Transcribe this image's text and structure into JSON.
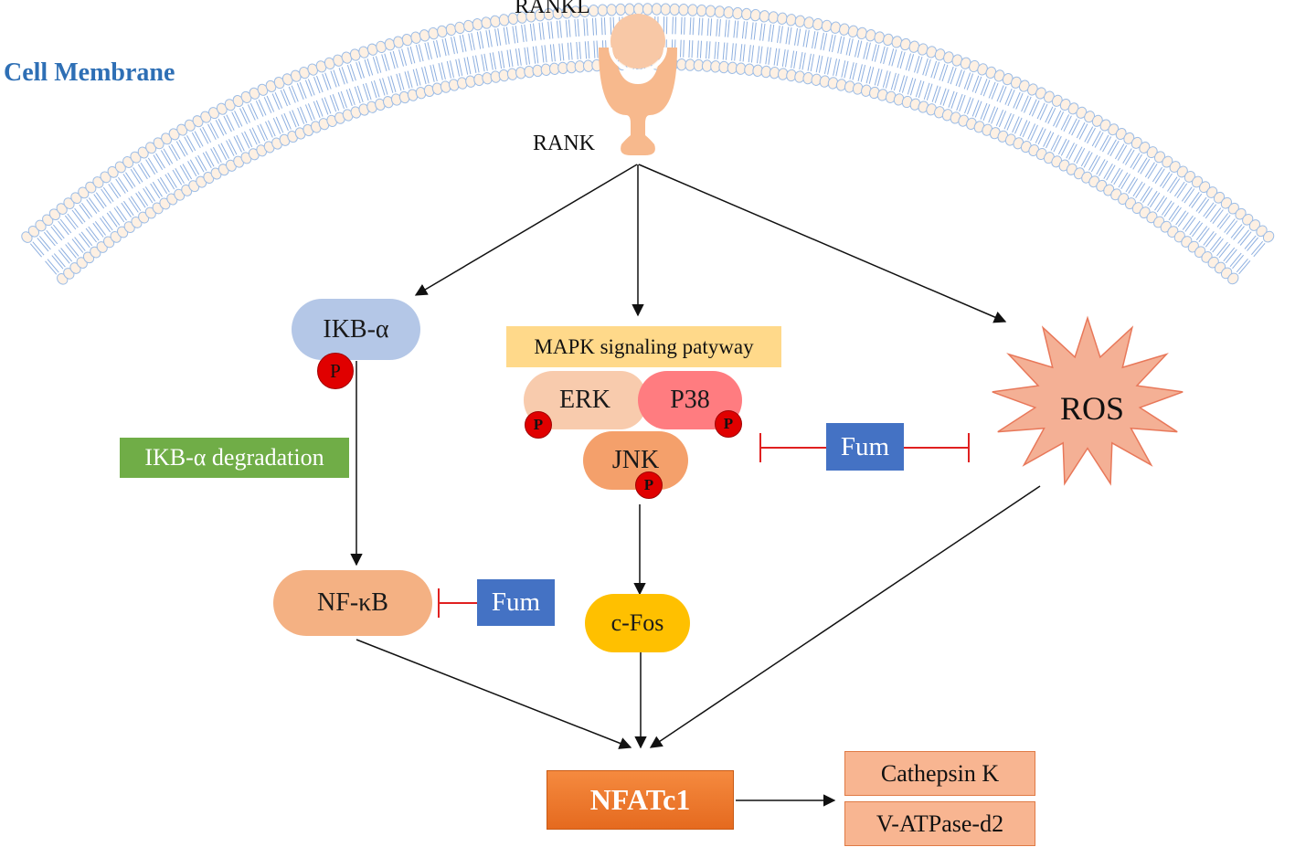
{
  "membrane": {
    "label": "Cell Membrane",
    "color": "#2e6fb5"
  },
  "receptor": {
    "ligand": "RANKL",
    "receptor": "RANK",
    "color": "#f6c09a"
  },
  "nfkb_branch": {
    "ikb": "IKB-α",
    "phospho": "P",
    "degradation": "IKB-α degradation",
    "nfkb": "NF-κB",
    "inhibitor": "Fum"
  },
  "mapk_branch": {
    "title": "MAPK signaling patyway",
    "erk": "ERK",
    "p38": "P38",
    "jnk": "JNK",
    "phospho": "P",
    "cfos": "c-Fos",
    "inhibitor": "Fum"
  },
  "ros_branch": {
    "ros": "ROS"
  },
  "nfatc1": "NFATc1",
  "targets": [
    "Cathepsin K",
    "V-ATPase-d2"
  ],
  "colors": {
    "ikb": "#b4c7e7",
    "degradation": "#70ad47",
    "nfkb": "#f4b183",
    "mapk_title": "#ffd98a",
    "erk": "#f8cbad",
    "p38": "#ff7c80",
    "jnk": "#f4a06b",
    "cfos": "#ffc000",
    "ros": "#f4b095",
    "fum": "#4472c4",
    "nfatc1": "#f07a2a",
    "target": "#f8b591",
    "inhibit_line": "#e02020"
  }
}
